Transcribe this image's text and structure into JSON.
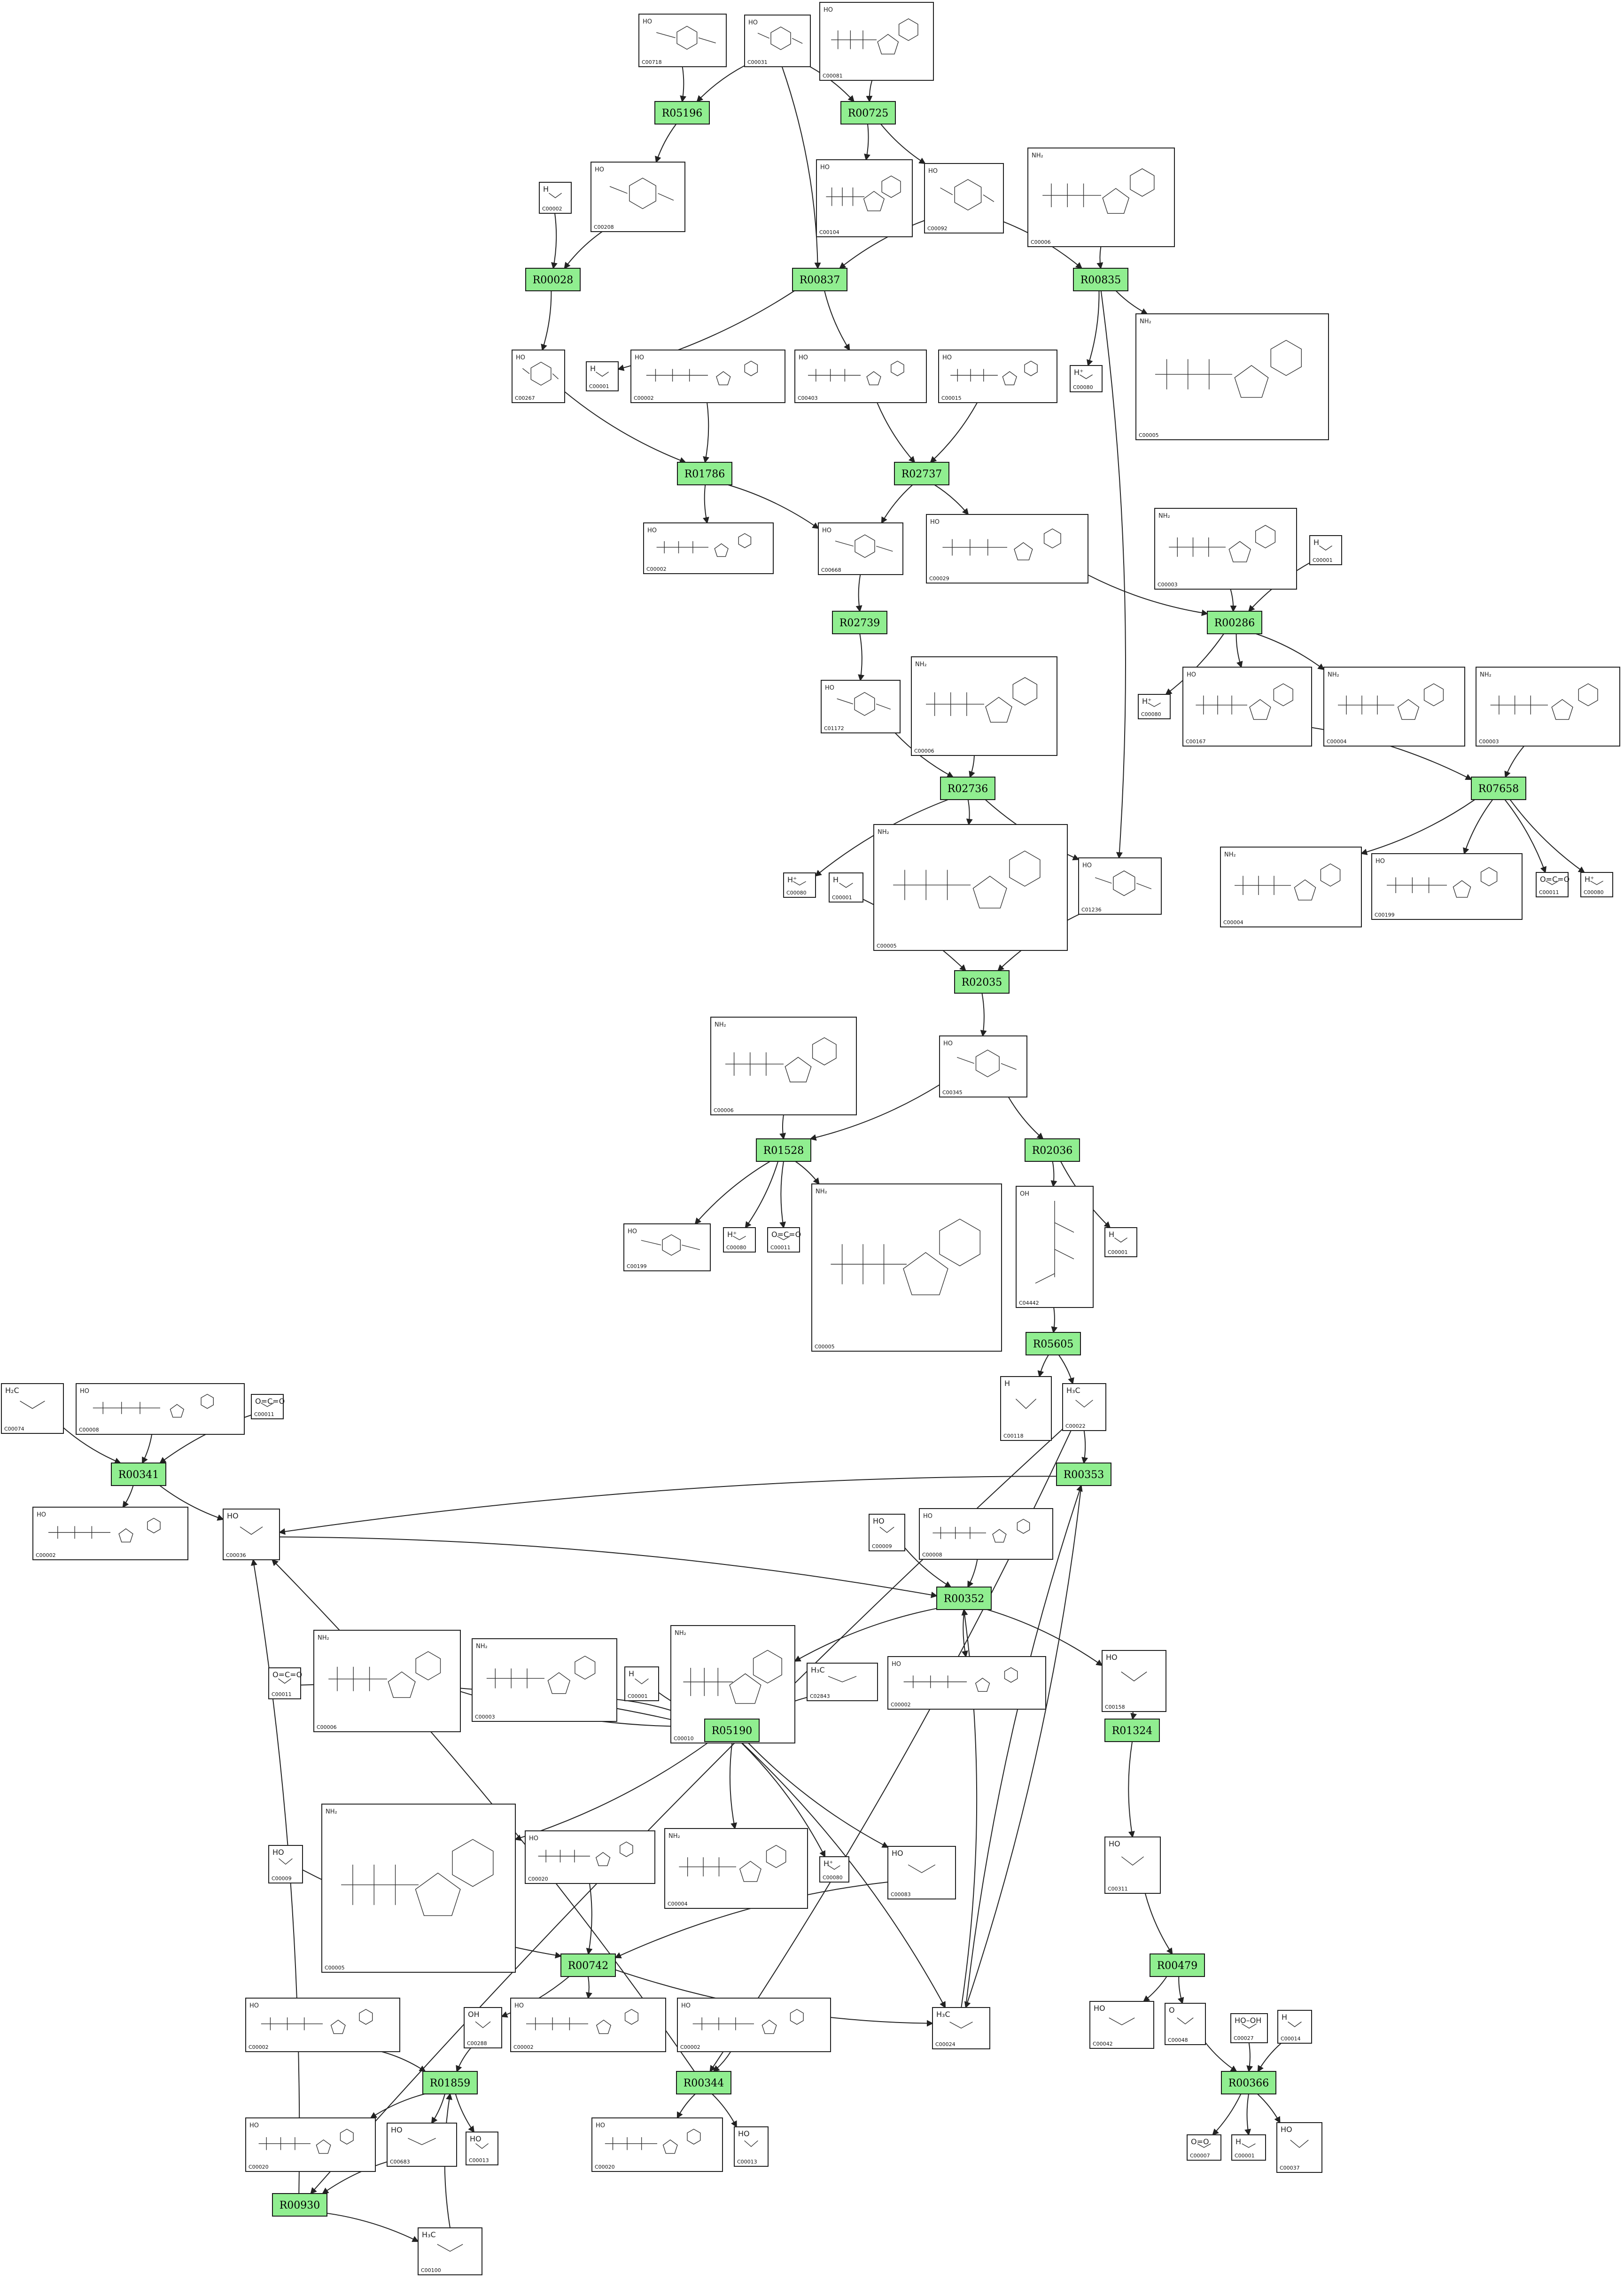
{
  "reactions": [
    {
      "id": "R05196",
      "label": "R05196"
    },
    {
      "id": "R00725",
      "label": "R00725"
    },
    {
      "id": "R00028",
      "label": "R00028"
    },
    {
      "id": "R00837",
      "label": "R00837"
    },
    {
      "id": "R00835",
      "label": "R00835"
    },
    {
      "id": "R01786",
      "label": "R01786"
    },
    {
      "id": "R02737",
      "label": "R02737"
    },
    {
      "id": "R02739",
      "label": "R02739"
    },
    {
      "id": "R00286",
      "label": "R00286"
    },
    {
      "id": "R02736",
      "label": "R02736"
    },
    {
      "id": "R07658",
      "label": "R07658"
    },
    {
      "id": "R02035",
      "label": "R02035"
    },
    {
      "id": "R01528",
      "label": "R01528"
    },
    {
      "id": "R02036",
      "label": "R02036"
    },
    {
      "id": "R05605",
      "label": "R05605"
    },
    {
      "id": "R00341",
      "label": "R00341"
    },
    {
      "id": "R00353",
      "label": "R00353"
    },
    {
      "id": "R00352",
      "label": "R00352"
    },
    {
      "id": "R01324",
      "label": "R01324"
    },
    {
      "id": "R05190",
      "label": "R05190"
    },
    {
      "id": "R00742",
      "label": "R00742"
    },
    {
      "id": "R00479",
      "label": "R00479"
    },
    {
      "id": "R01859",
      "label": "R01859"
    },
    {
      "id": "R00344",
      "label": "R00344"
    },
    {
      "id": "R00366",
      "label": "R00366"
    },
    {
      "id": "R00930",
      "label": "R00930"
    }
  ],
  "compounds": [
    {
      "id": "n01",
      "label": "C00718",
      "text": "HO",
      "kind": "ring"
    },
    {
      "id": "n02",
      "label": "C00031",
      "text": "HO",
      "kind": "ring"
    },
    {
      "id": "n03",
      "label": "C00081",
      "text": "HO",
      "kind": "nucleo"
    },
    {
      "id": "n04",
      "label": "C00002",
      "text": "H",
      "kind": "small"
    },
    {
      "id": "n05",
      "label": "C00208",
      "text": "HO",
      "kind": "ring"
    },
    {
      "id": "n06",
      "label": "C00104",
      "text": "HO",
      "kind": "nucleo"
    },
    {
      "id": "n07",
      "label": "C00092",
      "text": "HO",
      "kind": "ring"
    },
    {
      "id": "n08",
      "label": "C00006",
      "text": "NH₂",
      "kind": "nucleo"
    },
    {
      "id": "n09",
      "label": "C00267",
      "text": "HO",
      "kind": "ring"
    },
    {
      "id": "n10",
      "label": "C00001",
      "text": "H",
      "kind": "small"
    },
    {
      "id": "n11",
      "label": "C00002",
      "text": "HO",
      "kind": "nucleo"
    },
    {
      "id": "n12",
      "label": "C00403",
      "text": "HO",
      "kind": "nucleo"
    },
    {
      "id": "n13",
      "label": "C00015",
      "text": "HO",
      "kind": "nucleo"
    },
    {
      "id": "n14",
      "label": "C00080",
      "text": "H⁺",
      "kind": "small"
    },
    {
      "id": "n15",
      "label": "C00005",
      "text": "NH₂",
      "kind": "nucleo"
    },
    {
      "id": "n16",
      "label": "C00002",
      "text": "HO",
      "kind": "nucleo"
    },
    {
      "id": "n17",
      "label": "C00668",
      "text": "HO",
      "kind": "ring"
    },
    {
      "id": "n18",
      "label": "C00029",
      "text": "HO",
      "kind": "nucleo"
    },
    {
      "id": "n19",
      "label": "C00003",
      "text": "NH₂",
      "kind": "nucleo"
    },
    {
      "id": "n20",
      "label": "C00001",
      "text": "H",
      "kind": "small"
    },
    {
      "id": "n21",
      "label": "C01172",
      "text": "HO",
      "kind": "ring"
    },
    {
      "id": "n22",
      "label": "C00006",
      "text": "NH₂",
      "kind": "nucleo"
    },
    {
      "id": "n23",
      "label": "C00080",
      "text": "H⁺",
      "kind": "small"
    },
    {
      "id": "n24",
      "label": "C00167",
      "text": "HO",
      "kind": "nucleo"
    },
    {
      "id": "n25",
      "label": "C00004",
      "text": "NH₂",
      "kind": "nucleo"
    },
    {
      "id": "n26",
      "label": "C00003",
      "text": "NH₂",
      "kind": "nucleo"
    },
    {
      "id": "n27",
      "label": "C00080",
      "text": "H⁺",
      "kind": "small"
    },
    {
      "id": "n28",
      "label": "C00001",
      "text": "H",
      "kind": "small"
    },
    {
      "id": "n29",
      "label": "C00005",
      "text": "NH₂",
      "kind": "nucleo"
    },
    {
      "id": "n30",
      "label": "C01236",
      "text": "HO",
      "kind": "ring"
    },
    {
      "id": "n31",
      "label": "C00004",
      "text": "NH₂",
      "kind": "nucleo"
    },
    {
      "id": "n32",
      "label": "C00199",
      "text": "HO",
      "kind": "nucleo"
    },
    {
      "id": "n33",
      "label": "C00011",
      "text": "O=C=O",
      "kind": "small"
    },
    {
      "id": "n34",
      "label": "C00080",
      "text": "H⁺",
      "kind": "small"
    },
    {
      "id": "n35",
      "label": "C00006",
      "text": "NH₂",
      "kind": "nucleo"
    },
    {
      "id": "n36",
      "label": "C00345",
      "text": "HO",
      "kind": "ring"
    },
    {
      "id": "n37",
      "label": "C00199",
      "text": "HO",
      "kind": "ring"
    },
    {
      "id": "n38",
      "label": "C00080",
      "text": "H⁺",
      "kind": "small"
    },
    {
      "id": "n39",
      "label": "C00011",
      "text": "O=C=O",
      "kind": "small"
    },
    {
      "id": "n40",
      "label": "C00005",
      "text": "NH₂",
      "kind": "nucleo"
    },
    {
      "id": "n41",
      "label": "C04442",
      "text": "OH",
      "kind": "tall"
    },
    {
      "id": "n42",
      "label": "C00001",
      "text": "H",
      "kind": "small"
    },
    {
      "id": "n43",
      "label": "C00118",
      "text": "H",
      "kind": "small"
    },
    {
      "id": "n44",
      "label": "C00022",
      "text": "H₃C",
      "kind": "small"
    },
    {
      "id": "n45",
      "label": "C00074",
      "text": "H₂C",
      "kind": "small"
    },
    {
      "id": "n46",
      "label": "C00008",
      "text": "HO",
      "kind": "nucleo"
    },
    {
      "id": "n47",
      "label": "C00011",
      "text": "O=C=O",
      "kind": "small"
    },
    {
      "id": "n48",
      "label": "C00002",
      "text": "HO",
      "kind": "nucleo"
    },
    {
      "id": "n49",
      "label": "C00036",
      "text": "HO",
      "kind": "small"
    },
    {
      "id": "n50",
      "label": "C00009",
      "text": "HO",
      "kind": "small"
    },
    {
      "id": "n51",
      "label": "C00008",
      "text": "HO",
      "kind": "nucleo"
    },
    {
      "id": "n52",
      "label": "C00011",
      "text": "O=C=O",
      "kind": "small"
    },
    {
      "id": "n53",
      "label": "C00006",
      "text": "NH₂",
      "kind": "nucleo"
    },
    {
      "id": "n54",
      "label": "C00003",
      "text": "NH₂",
      "kind": "nucleo"
    },
    {
      "id": "n55",
      "label": "C00001",
      "text": "H",
      "kind": "small"
    },
    {
      "id": "n56",
      "label": "C00010",
      "text": "NH₂",
      "kind": "nucleo"
    },
    {
      "id": "n57",
      "label": "C02843",
      "text": "H₃C",
      "kind": "small"
    },
    {
      "id": "n58",
      "label": "C00002",
      "text": "HO",
      "kind": "nucleo"
    },
    {
      "id": "n59",
      "label": "C00158",
      "text": "HO",
      "kind": "small"
    },
    {
      "id": "n60",
      "label": "C00005",
      "text": "NH₂",
      "kind": "nucleo"
    },
    {
      "id": "n61",
      "label": "C00009",
      "text": "HO",
      "kind": "small"
    },
    {
      "id": "n62",
      "label": "C00020",
      "text": "HO",
      "kind": "nucleo"
    },
    {
      "id": "n63",
      "label": "C00004",
      "text": "NH₂",
      "kind": "nucleo"
    },
    {
      "id": "n64",
      "label": "C00080",
      "text": "H⁺",
      "kind": "small"
    },
    {
      "id": "n65",
      "label": "C00083",
      "text": "HO",
      "kind": "small"
    },
    {
      "id": "n66",
      "label": "C00311",
      "text": "HO",
      "kind": "small"
    },
    {
      "id": "n67",
      "label": "C00002",
      "text": "HO",
      "kind": "nucleo"
    },
    {
      "id": "n68",
      "label": "C00288",
      "text": "OH",
      "kind": "small"
    },
    {
      "id": "n69",
      "label": "C00002",
      "text": "HO",
      "kind": "nucleo"
    },
    {
      "id": "n70",
      "label": "C00002",
      "text": "HO",
      "kind": "nucleo"
    },
    {
      "id": "n71",
      "label": "C00024",
      "text": "H₃C",
      "kind": "small"
    },
    {
      "id": "n72",
      "label": "C00042",
      "text": "HO",
      "kind": "small"
    },
    {
      "id": "n73",
      "label": "C00048",
      "text": "O",
      "kind": "small"
    },
    {
      "id": "n74",
      "label": "C00027",
      "text": "HO–OH",
      "kind": "small"
    },
    {
      "id": "n75",
      "label": "C00014",
      "text": "H",
      "kind": "small"
    },
    {
      "id": "n76",
      "label": "C00020",
      "text": "HO",
      "kind": "nucleo"
    },
    {
      "id": "n77",
      "label": "C00683",
      "text": "HO",
      "kind": "small"
    },
    {
      "id": "n78",
      "label": "C00013",
      "text": "HO",
      "kind": "small"
    },
    {
      "id": "n79",
      "label": "C00020",
      "text": "HO",
      "kind": "nucleo"
    },
    {
      "id": "n80",
      "label": "C00013",
      "text": "HO",
      "kind": "small"
    },
    {
      "id": "n81",
      "label": "C00007",
      "text": "O=O",
      "kind": "small"
    },
    {
      "id": "n82",
      "label": "C00001",
      "text": "H",
      "kind": "small"
    },
    {
      "id": "n83",
      "label": "C00037",
      "text": "HO",
      "kind": "small"
    },
    {
      "id": "n84",
      "label": "C00100",
      "text": "H₃C",
      "kind": "small"
    }
  ]
}
